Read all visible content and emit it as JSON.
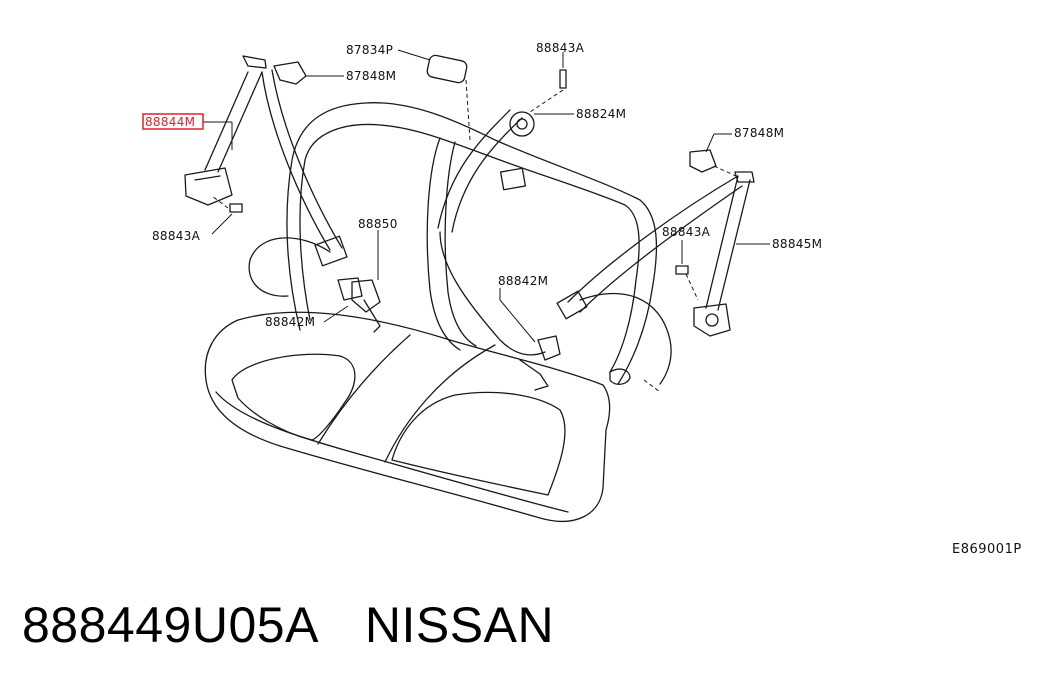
{
  "diagram": {
    "labels": {
      "belt_left_outer": "88844M",
      "bolt_left": "88843A",
      "hook_left": "87848M",
      "cover": "87834P",
      "bolt_top": "88843A",
      "retractor_center": "88824M",
      "hook_right": "87848M",
      "bolt_right": "88843A",
      "belt_right_outer": "88845M",
      "buckle_center": "88850",
      "buckle_left": "88842M",
      "buckle_right": "88842M"
    },
    "highlight_color": "#e0222a",
    "line_color": "#1a1a1a"
  },
  "figure_code": "E869001P",
  "part_number": "888449U05A",
  "brand": "NISSAN"
}
